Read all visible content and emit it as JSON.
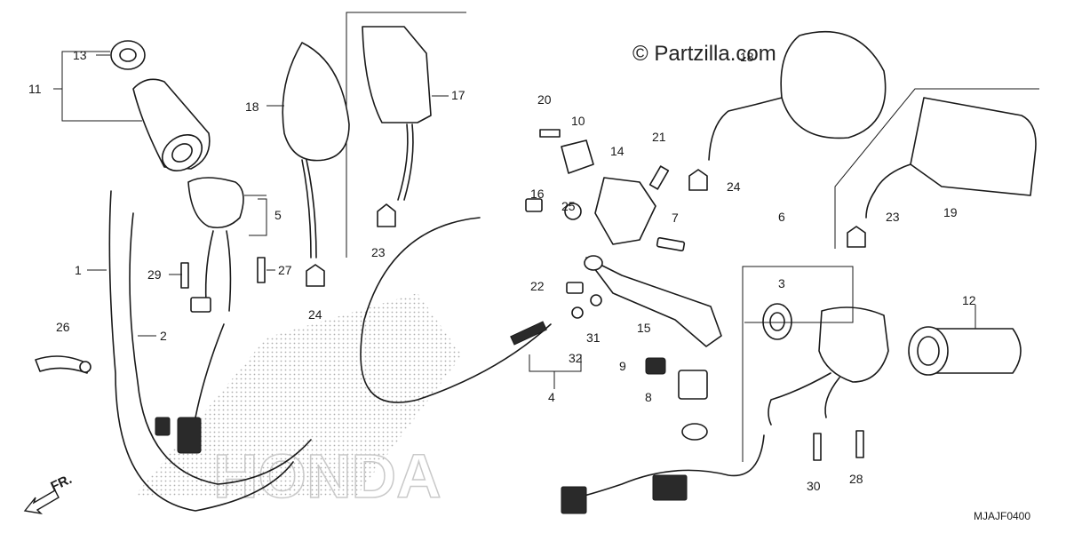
{
  "watermark": "© Partzilla.com",
  "brand_mark": "HONDA",
  "diagram_code": "MJAJF0400",
  "direction_label": "FR.",
  "callouts": [
    {
      "id": "c13",
      "label": "13"
    },
    {
      "id": "c11",
      "label": "11"
    },
    {
      "id": "c18a",
      "label": "18"
    },
    {
      "id": "c17",
      "label": "17"
    },
    {
      "id": "c5",
      "label": "5"
    },
    {
      "id": "c1",
      "label": "1"
    },
    {
      "id": "c2",
      "label": "2"
    },
    {
      "id": "c29",
      "label": "29"
    },
    {
      "id": "c27",
      "label": "27"
    },
    {
      "id": "c23a",
      "label": "23"
    },
    {
      "id": "c24a",
      "label": "24"
    },
    {
      "id": "c26",
      "label": "26"
    },
    {
      "id": "c20",
      "label": "20"
    },
    {
      "id": "c10",
      "label": "10"
    },
    {
      "id": "c14",
      "label": "14"
    },
    {
      "id": "c21",
      "label": "21"
    },
    {
      "id": "c16",
      "label": "16"
    },
    {
      "id": "c25",
      "label": "25"
    },
    {
      "id": "c7",
      "label": "7"
    },
    {
      "id": "c22",
      "label": "22"
    },
    {
      "id": "c15",
      "label": "15"
    },
    {
      "id": "c31",
      "label": "31"
    },
    {
      "id": "c32",
      "label": "32"
    },
    {
      "id": "c4",
      "label": "4"
    },
    {
      "id": "c9",
      "label": "9"
    },
    {
      "id": "c8",
      "label": "8"
    },
    {
      "id": "c18b",
      "label": "18"
    },
    {
      "id": "c24b",
      "label": "24"
    },
    {
      "id": "c19",
      "label": "19"
    },
    {
      "id": "c23b",
      "label": "23"
    },
    {
      "id": "c6",
      "label": "6"
    },
    {
      "id": "c3",
      "label": "3"
    },
    {
      "id": "c12",
      "label": "12"
    },
    {
      "id": "c30",
      "label": "30"
    },
    {
      "id": "c28",
      "label": "28"
    }
  ]
}
